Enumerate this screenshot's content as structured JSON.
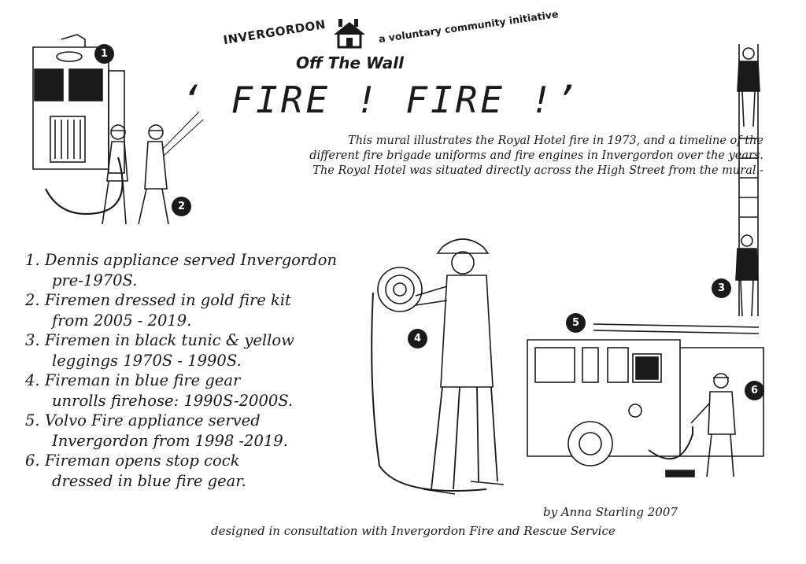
{
  "logo": {
    "left": "INVERGORDON",
    "main": "Off The Wall",
    "right": "a voluntary community initiative"
  },
  "title": "‘ FIRE ! FIRE !’",
  "intro": [
    "This mural illustrates the Royal Hotel fire in 1973, and a timeline of the",
    "different fire brigade uniforms and fire engines in Invergordon over the years.",
    "The Royal Hotel was situated directly across the High Street from the mural.-"
  ],
  "legend": [
    {
      "num": "1.",
      "line1": "Dennis appliance served Invergordon",
      "line2": "pre-1970S."
    },
    {
      "num": "2.",
      "line1": "Firemen dressed in gold fire kit",
      "line2": "from 2005 - 2019."
    },
    {
      "num": "3.",
      "line1": "Firemen in black tunic & yellow",
      "line2": "leggings 1970S - 1990S."
    },
    {
      "num": "4.",
      "line1": "Fireman in blue fire gear",
      "line2": "unrolls firehose: 1990S-2000S."
    },
    {
      "num": "5.",
      "line1": "Volvo Fire appliance served",
      "line2": "Invergordon from 1998 -2019."
    },
    {
      "num": "6.",
      "line1": "Fireman opens stop cock",
      "line2": "dressed in blue fire gear."
    }
  ],
  "badges": [
    "1",
    "2",
    "3",
    "4",
    "5",
    "6"
  ],
  "credit": {
    "author": "by Anna Starling 2007",
    "consultation": "designed in consultation with Invergordon Fire and Rescue Service"
  }
}
